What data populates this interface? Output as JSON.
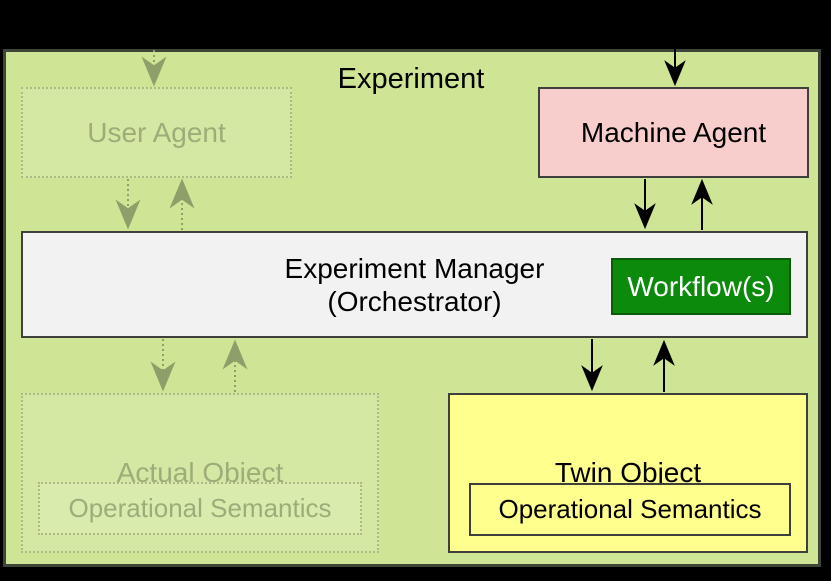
{
  "diagram": {
    "title": "Experiment",
    "nodes": {
      "user_agent": {
        "label": "User Agent",
        "state": "ghosted"
      },
      "machine_agent": {
        "label": "Machine Agent"
      },
      "experiment_manager": {
        "line1": "Experiment Manager",
        "line2": "(Orchestrator)"
      },
      "workflows": {
        "label": "Workflow(s)"
      },
      "actual_object": {
        "label": "Actual Object",
        "semantics_label": "Operational Semantics",
        "state": "ghosted"
      },
      "twin_object": {
        "label": "Twin Object",
        "semantics_label": "Operational Semantics"
      }
    },
    "edges": [
      {
        "name": "external-to-user-agent",
        "from": "outside-top",
        "to": "user_agent",
        "style": "dotted-ghost",
        "direction": "down"
      },
      {
        "name": "external-to-machine-agent",
        "from": "outside-top",
        "to": "machine_agent",
        "style": "solid",
        "direction": "down"
      },
      {
        "name": "user-agent-to-manager",
        "from": "user_agent",
        "to": "experiment_manager",
        "style": "dotted-ghost",
        "direction": "down"
      },
      {
        "name": "manager-to-user-agent",
        "from": "experiment_manager",
        "to": "user_agent",
        "style": "dotted-ghost",
        "direction": "up"
      },
      {
        "name": "machine-agent-to-manager",
        "from": "machine_agent",
        "to": "experiment_manager",
        "style": "solid",
        "direction": "down"
      },
      {
        "name": "manager-to-machine-agent",
        "from": "experiment_manager",
        "to": "machine_agent",
        "style": "solid",
        "direction": "up"
      },
      {
        "name": "manager-to-actual-object",
        "from": "experiment_manager",
        "to": "actual_object",
        "style": "dotted-ghost",
        "direction": "down"
      },
      {
        "name": "actual-object-to-manager",
        "from": "actual_object",
        "to": "experiment_manager",
        "style": "dotted-ghost",
        "direction": "up"
      },
      {
        "name": "manager-to-twin-object",
        "from": "experiment_manager",
        "to": "twin_object",
        "style": "solid",
        "direction": "down"
      },
      {
        "name": "twin-object-to-manager",
        "from": "twin_object",
        "to": "experiment_manager",
        "style": "solid",
        "direction": "up"
      }
    ],
    "colors": {
      "background": "#000000",
      "container_fill": "#cde594",
      "container_border": "#3e4639",
      "box_border": "#3f3f3c",
      "ghost_fill": "#d5e8a3",
      "ghost_inner_fill": "#d9ecae",
      "ghost_border": "#abb982",
      "ghost_text": "#9dad7a",
      "ghost_arrow": "#8e9f69",
      "pink_fill": "#f8cecc",
      "gray_fill": "#f2f2f2",
      "green_fill": "#0b8a0b",
      "green_border": "#0a5c0a",
      "yellow_fill": "#ffff8d",
      "arrow_black": "#000000",
      "workflow_text": "#ffffff",
      "text_black": "#000000"
    }
  }
}
